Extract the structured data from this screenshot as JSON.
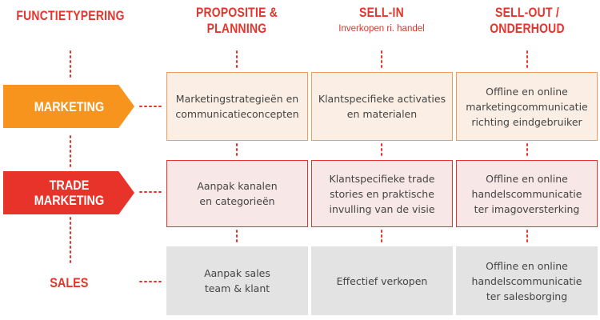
{
  "headers": {
    "row_axis": "FUNCTIETYPERING",
    "col1": "PROPOSITIE &\nPLANNING",
    "col2": "SELL-IN",
    "col2_sub": "Inverkopen ri. handel",
    "col3": "SELL-OUT /\nONDERHOUD"
  },
  "rows": [
    {
      "label": "MARKETING",
      "color": "#f7941d",
      "cells": [
        "Marketingstrategieën en\ncommunicatieconcepten",
        "Klantspecifieke activaties\nen materialen",
        "Offline en online\nmarketingcommunicatie\nrichting eindgebruiker"
      ]
    },
    {
      "label": "TRADE\nMARKETING",
      "color": "#e8332b",
      "cells": [
        "Aanpak kanalen\nen categorieën",
        "Klantspecifieke trade\nstories en praktische\ninvulling van de visie",
        "Offline en online\nhandelscommunicatie\nter imagoversterking"
      ]
    },
    {
      "label": "SALES",
      "color": "#e8332b",
      "cells": [
        "Aanpak sales\nteam & klant",
        "Effectief verkopen",
        "Offline en online\nhandelscommunicatie\nter salesborging"
      ]
    }
  ],
  "colors": {
    "accent_red": "#e8332b",
    "accent_orange": "#f7941d",
    "dotted_line": "#e8332b",
    "grey_cell": "#e3e3e3"
  }
}
